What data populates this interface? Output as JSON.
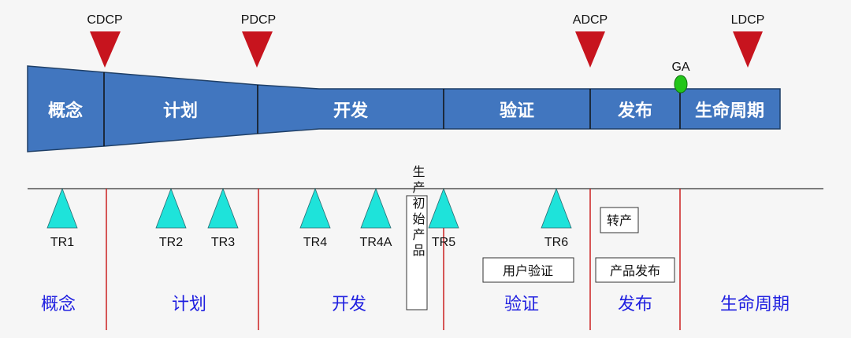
{
  "decision_points": [
    {
      "label": "CDCP"
    },
    {
      "label": "PDCP"
    },
    {
      "label": "ADCP"
    },
    {
      "label": "LDCP"
    }
  ],
  "ga": {
    "label": "GA"
  },
  "phases": [
    {
      "label": "概念"
    },
    {
      "label": "计划"
    },
    {
      "label": "开发"
    },
    {
      "label": "验证"
    },
    {
      "label": "发布"
    },
    {
      "label": "生命周期"
    }
  ],
  "tech_reviews": [
    {
      "label": "TR1"
    },
    {
      "label": "TR2"
    },
    {
      "label": "TR3"
    },
    {
      "label": "TR4"
    },
    {
      "label": "TR4A"
    },
    {
      "label": "TR5"
    },
    {
      "label": "TR6"
    }
  ],
  "milestones": {
    "initial_product": "生产初始产品",
    "user_verification": "用户验证",
    "transfer_production": "转产",
    "product_release": "产品发布"
  },
  "bottom_phases": [
    {
      "label": "概念"
    },
    {
      "label": "计划"
    },
    {
      "label": "开发"
    },
    {
      "label": "验证"
    },
    {
      "label": "发布"
    },
    {
      "label": "生命周期"
    }
  ],
  "colors": {
    "bar": "#4176bf",
    "dcp_triangle": "#c7141e",
    "tr_triangle": "#1ee3da",
    "divider": "#cc2020",
    "ga": "#22c51a",
    "bottom_text": "#2020e0"
  }
}
